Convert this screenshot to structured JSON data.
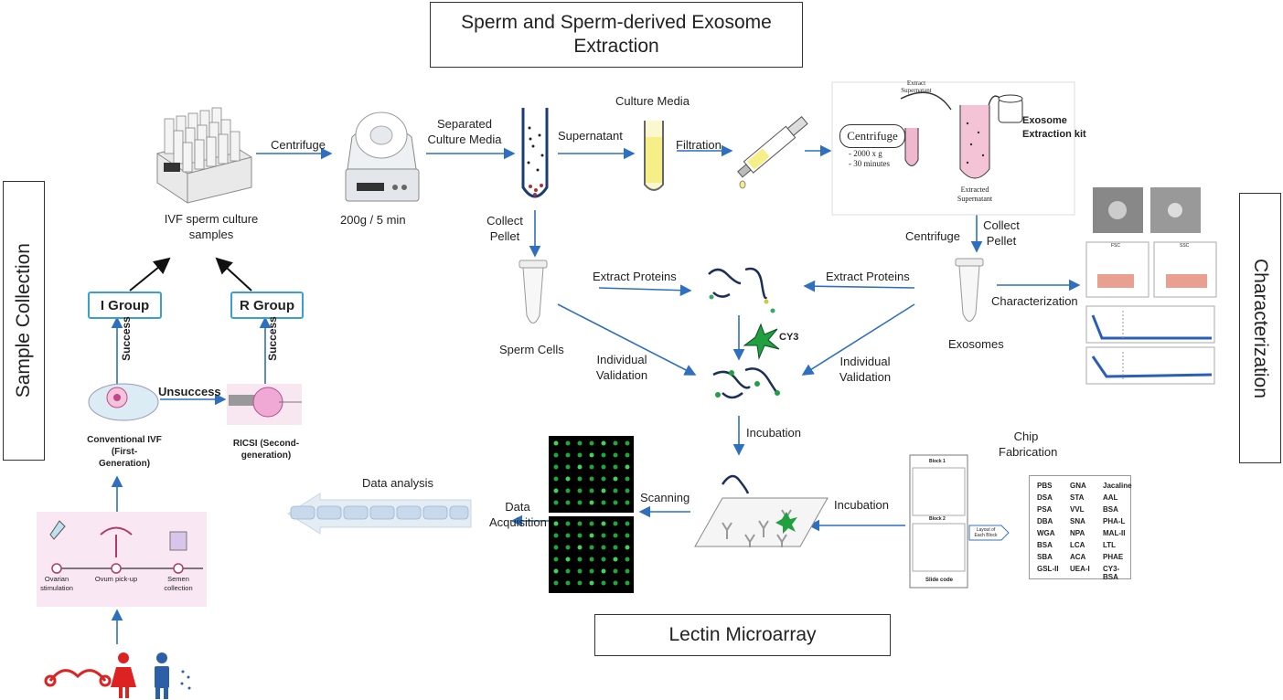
{
  "titles": {
    "top": "Sperm and Sperm-derived Exosome Extraction",
    "bottom": "Lectin Microarray",
    "left": "Sample Collection",
    "right": "Characterization"
  },
  "sample": {
    "ivf_samples": "IVF sperm culture samples",
    "i_group": "I Group",
    "r_group": "R Group",
    "success": "Success",
    "unsuccess": "Unsuccess",
    "conventional": "Conventional IVF (First-Generation)",
    "ricsi": "RICSI (Second-generation)",
    "timeline": [
      "Ovarian stimulation",
      "Ovum pick-up",
      "Semen collection"
    ]
  },
  "extraction": {
    "centrifuge": "Centrifuge",
    "speed": "200g / 5 min",
    "separated": "Separated Culture Media",
    "supernatant": "Supernatant",
    "culture_media": "Culture Media",
    "filtration": "Filtration",
    "collect_pellet": "Collect Pellet",
    "extract_supernatant": "Extract Supernatant",
    "centrifuge_box": "Centrifuge",
    "centrifuge_detail1": "- 2000 x g",
    "centrifuge_detail2": "- 30 minutes",
    "extracted_supernatant": "Extracted Supernatant",
    "kit": "Exosome Extraction kit",
    "centrifuge2": "Centrifuge",
    "collect_pellet2": "Collect Pellet",
    "sperm_cells": "Sperm Cells",
    "exosomes": "Exosomes",
    "extract_proteins": "Extract Proteins",
    "individual_validation": "Individual Validation",
    "characterization_label": "Characterization",
    "cy3": "CY3",
    "fsc": "FSC",
    "ssc": "SSC"
  },
  "microarray": {
    "incubation": "Incubation",
    "incubation2": "Incubation",
    "chip_fabrication": "Chip Fabrication",
    "scanning": "Scanning",
    "data_acquisition": "Data Acquisition",
    "data_analysis": "Data analysis",
    "block1": "Block 1",
    "block2": "Block 2",
    "slide_code": "Slide code",
    "layout": "Layout of Each Block",
    "lectins": [
      "PBS",
      "GNA",
      "Jacaline",
      "DSA",
      "STA",
      "AAL",
      "PSA",
      "VVL",
      "BSA",
      "DBA",
      "SNA",
      "PHA-L",
      "WGA",
      "NPA",
      "MAL-II",
      "BSA",
      "LCA",
      "LTL",
      "SBA",
      "ACA",
      "PHAE",
      "GSL-II",
      "UEA-I",
      "CY3-BSA"
    ]
  }
}
